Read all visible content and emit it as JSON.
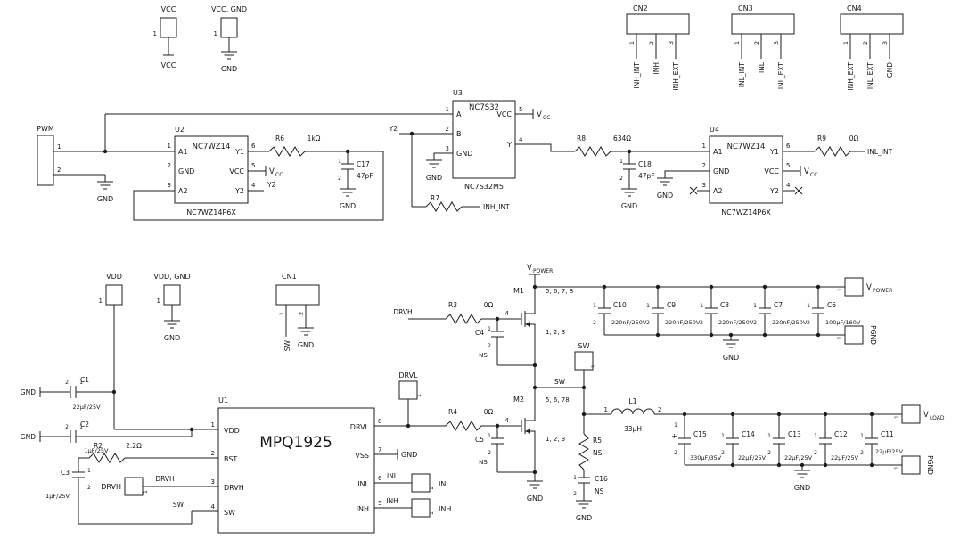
{
  "schematic": {
    "ics": {
      "u1": {
        "ref": "U1",
        "name": "MPQ1925",
        "pins": {
          "vdd": {
            "num": "1",
            "name": "VDD"
          },
          "bst": {
            "num": "2",
            "name": "BST"
          },
          "drvh": {
            "num": "3",
            "name": "DRVH"
          },
          "sw": {
            "num": "4",
            "name": "SW"
          },
          "drvl": {
            "num": "8",
            "name": "DRVL"
          },
          "vss": {
            "num": "7",
            "name": "VSS"
          },
          "inl": {
            "num": "6",
            "name": "INL"
          },
          "inh": {
            "num": "5",
            "name": "INH"
          }
        }
      },
      "u2": {
        "ref": "U2",
        "name": "NC7WZ14",
        "footprint": "NC7WZ14P6X",
        "pins": {
          "a1": {
            "num": "1",
            "name": "A1"
          },
          "gnd": {
            "num": "2",
            "name": "GND"
          },
          "a2": {
            "num": "3",
            "name": "A2"
          },
          "y1": {
            "num": "6",
            "name": "Y1"
          },
          "vcc": {
            "num": "5",
            "name": "VCC"
          },
          "y2": {
            "num": "4",
            "name": "Y2"
          }
        }
      },
      "u3": {
        "ref": "U3",
        "name": "NC7S32",
        "footprint": "NC7S32M5",
        "pins": {
          "a": {
            "num": "1",
            "name": "A"
          },
          "b": {
            "num": "2",
            "name": "B"
          },
          "gnd": {
            "num": "3",
            "name": "GND"
          },
          "vcc": {
            "num": "5",
            "name": "VCC"
          },
          "y": {
            "num": "4",
            "name": "Y"
          }
        }
      },
      "u4": {
        "ref": "U4",
        "name": "NC7WZ14",
        "footprint": "NC7WZ14P6X",
        "pins": {
          "a1": {
            "num": "1",
            "name": "A1"
          },
          "gnd": {
            "num": "2",
            "name": "GND"
          },
          "a2": {
            "num": "3",
            "name": "A2"
          },
          "y1": {
            "num": "6",
            "name": "Y1"
          },
          "vcc": {
            "num": "5",
            "name": "VCC"
          },
          "y2": {
            "num": "4",
            "name": "Y2"
          }
        }
      }
    },
    "resistors": {
      "r2": {
        "ref": "R2",
        "value": "2.2Ω"
      },
      "r3": {
        "ref": "R3",
        "value": "0Ω"
      },
      "r4": {
        "ref": "R4",
        "value": "0Ω"
      },
      "r5": {
        "ref": "R5",
        "value": "NS"
      },
      "r6": {
        "ref": "R6",
        "value": "1kΩ"
      },
      "r7": {
        "ref": "R7"
      },
      "r8": {
        "ref": "R8",
        "value": "634Ω"
      },
      "r9": {
        "ref": "R9",
        "value": "0Ω"
      }
    },
    "capacitors": {
      "c1": {
        "ref": "C1",
        "value": "22µF/25V"
      },
      "c2": {
        "ref": "C2",
        "value": "1µF/25V"
      },
      "c3": {
        "ref": "C3",
        "value": "1µF/25V"
      },
      "c4": {
        "ref": "C4",
        "value": "NS"
      },
      "c5": {
        "ref": "C5",
        "value": "NS"
      },
      "c6": {
        "ref": "C6",
        "value": "100µF/160V"
      },
      "c7": {
        "ref": "C7",
        "value": "220nF/250V"
      },
      "c8": {
        "ref": "C8",
        "value": "220nF/250V"
      },
      "c9": {
        "ref": "C9",
        "value": "220nF/250V"
      },
      "c10": {
        "ref": "C10",
        "value": "220nF/250V"
      },
      "c11": {
        "ref": "C11",
        "value": "22µF/25V"
      },
      "c12": {
        "ref": "C12",
        "value": "22µF/25V"
      },
      "c13": {
        "ref": "C13",
        "value": "22µF/25V"
      },
      "c14": {
        "ref": "C14",
        "value": "22µF/25V"
      },
      "c15": {
        "ref": "C15",
        "value": "330µF/35V",
        "polarity": "+"
      },
      "c16": {
        "ref": "C16",
        "value": "NS"
      },
      "c17": {
        "ref": "C17",
        "value": "47pF"
      },
      "c18": {
        "ref": "C18",
        "value": "47pF"
      }
    },
    "cap_pins": {
      "p1": "1",
      "p2": "2"
    },
    "inductor": {
      "ref": "L1",
      "value": "33µH",
      "pin1": "1",
      "pin2": "2"
    },
    "mosfets": {
      "m1": {
        "ref": "M1",
        "drain_pins": "5, 6, 7, 8",
        "gate_pin": "4",
        "source_pins": "1, 2, 3"
      },
      "m2": {
        "ref": "M2",
        "drain_pins": "5, 6, 78",
        "gate_pin": "4",
        "source_pins": "1, 2, 3"
      }
    },
    "headers": {
      "vcc": {
        "label": "VCC",
        "pin1": "1"
      },
      "vcc_gnd": {
        "label": "VCC, GND",
        "pin1": "1"
      },
      "pwm": {
        "label": "PWM",
        "pin1": "1",
        "pin2": "2"
      },
      "vdd": {
        "label": "VDD",
        "pin1": "1"
      },
      "vdd_gnd": {
        "label": "VDD, GND",
        "pin1": "1"
      },
      "cn1": {
        "label": "CN1",
        "pin1": "1",
        "pin2": "2",
        "sig1": "SW"
      },
      "cn2": {
        "label": "CN2",
        "pin1": "1",
        "pin2": "2",
        "pin3": "3",
        "sig1": "INH_INT",
        "sig2": "INH",
        "sig3": "INH_EXT"
      },
      "cn3": {
        "label": "CN3",
        "pin1": "1",
        "pin2": "2",
        "pin3": "3",
        "sig1": "INL_INT",
        "sig2": "INL",
        "sig3": "INL_EXT"
      },
      "cn4": {
        "label": "CN4",
        "pin1": "1",
        "pin2": "2",
        "pin3": "3",
        "sig1": "INH_EXT",
        "sig2": "INL_EXT",
        "sig3": "GND"
      },
      "drvh": {
        "label": "DRVH",
        "pin1": "1"
      },
      "drvl": {
        "label": "DRVL",
        "pin1": "1"
      },
      "sw": {
        "label": "SW",
        "pin1": "1"
      },
      "inl": {
        "label": "INL",
        "pin1": "1"
      },
      "inh": {
        "label": "INH",
        "pin1": "1"
      },
      "vpower": {
        "pin1": "1"
      },
      "pgnd_top": {
        "label": "PGND",
        "pin1": "1"
      },
      "vload": {
        "pin1": "1"
      },
      "pgnd_bot": {
        "label": "PGND",
        "pin1": "1"
      }
    },
    "nets": {
      "gnd": "GND",
      "vcc": "VCC",
      "y2": "Y2",
      "sw": "SW",
      "drvh": "DRVH",
      "inh_int": "INH_INT",
      "inl_int": "INL_INT",
      "inl": "INL",
      "inh": "INH"
    },
    "power_labels": {
      "v": "V",
      "cc": "CC",
      "power": "POWER",
      "load": "LOAD"
    }
  }
}
